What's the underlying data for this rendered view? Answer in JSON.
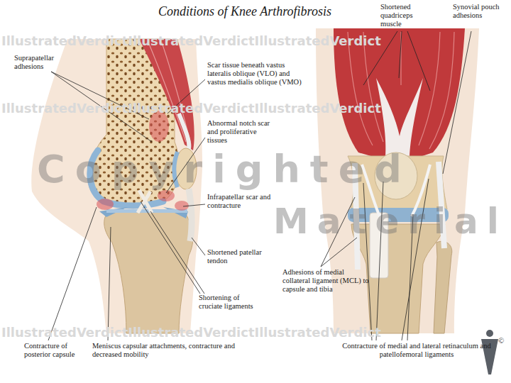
{
  "diagram": {
    "title": "Conditions of Knee Arthrofibrosis",
    "labels": [
      "Suprapatellar adhesions",
      "Scar tissue beneath vastus lateralis oblique (VLO) and vastus medialis oblique (VMO)",
      "Shortened quadriceps muscle",
      "Synovial pouch adhesions",
      "Abnormal notch scar and proliferative tissues",
      "Infrapatellar scar and contracture",
      "Shortened patellar tendon",
      "Adhesions of medial collateral ligament (MCL) to capsule and tibia",
      "Shortening of cruciate ligaments",
      "Contracture of posterior capsule",
      "Meniscus capsular attachments, contracture and decreased mobility",
      "Contracture of medial and lateral retinaculum and patellofemoral ligaments",
      "IllustratedVerdictIllustratedVerdictIllustratedVerdict",
      "IllustratedVerdictIllustratedVerdictIllustratedVerdict",
      "IllustratedVerdictIllustratedVerdictIllustratedVerdict",
      "Copyrighted",
      "Material",
      "©"
    ]
  }
}
